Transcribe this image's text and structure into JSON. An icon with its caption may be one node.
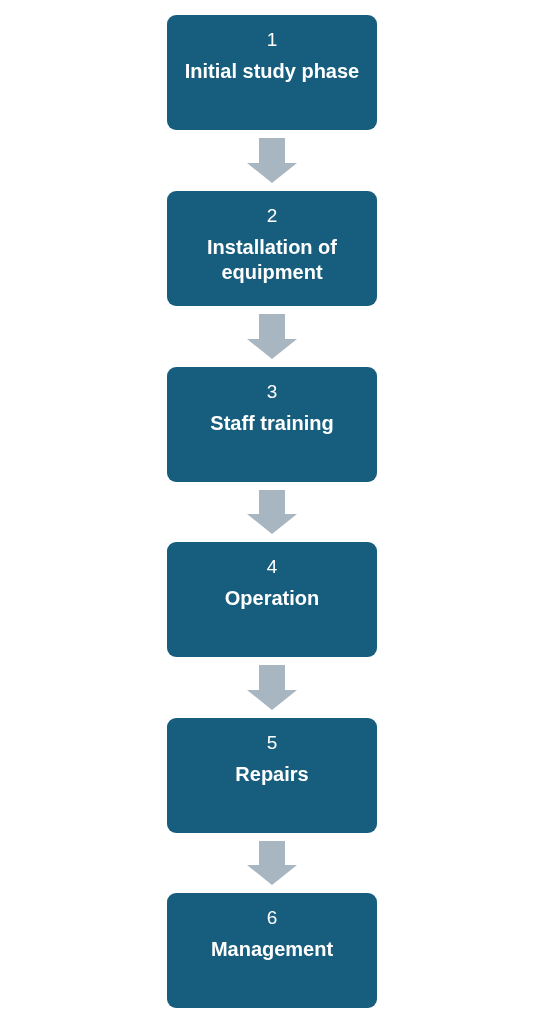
{
  "diagram": {
    "nodes": [
      {
        "text": [
          "1",
          "Initial study phase"
        ]
      },
      {
        "text": [
          "2",
          "Installation of equipment"
        ]
      },
      {
        "text": [
          "3",
          "Staff training"
        ]
      },
      {
        "text": [
          "4",
          "Operation"
        ]
      },
      {
        "text": [
          "5",
          "Repairs"
        ]
      },
      {
        "text": [
          "6",
          "Management"
        ]
      }
    ],
    "edges": [
      {
        "from": 0,
        "to": 1,
        "arrow": "to"
      },
      {
        "from": 1,
        "to": 2,
        "arrow": "to"
      },
      {
        "from": 2,
        "to": 3,
        "arrow": "to"
      },
      {
        "from": 3,
        "to": 4,
        "arrow": "to"
      },
      {
        "from": 4,
        "to": 5,
        "arrow": "to"
      }
    ]
  }
}
